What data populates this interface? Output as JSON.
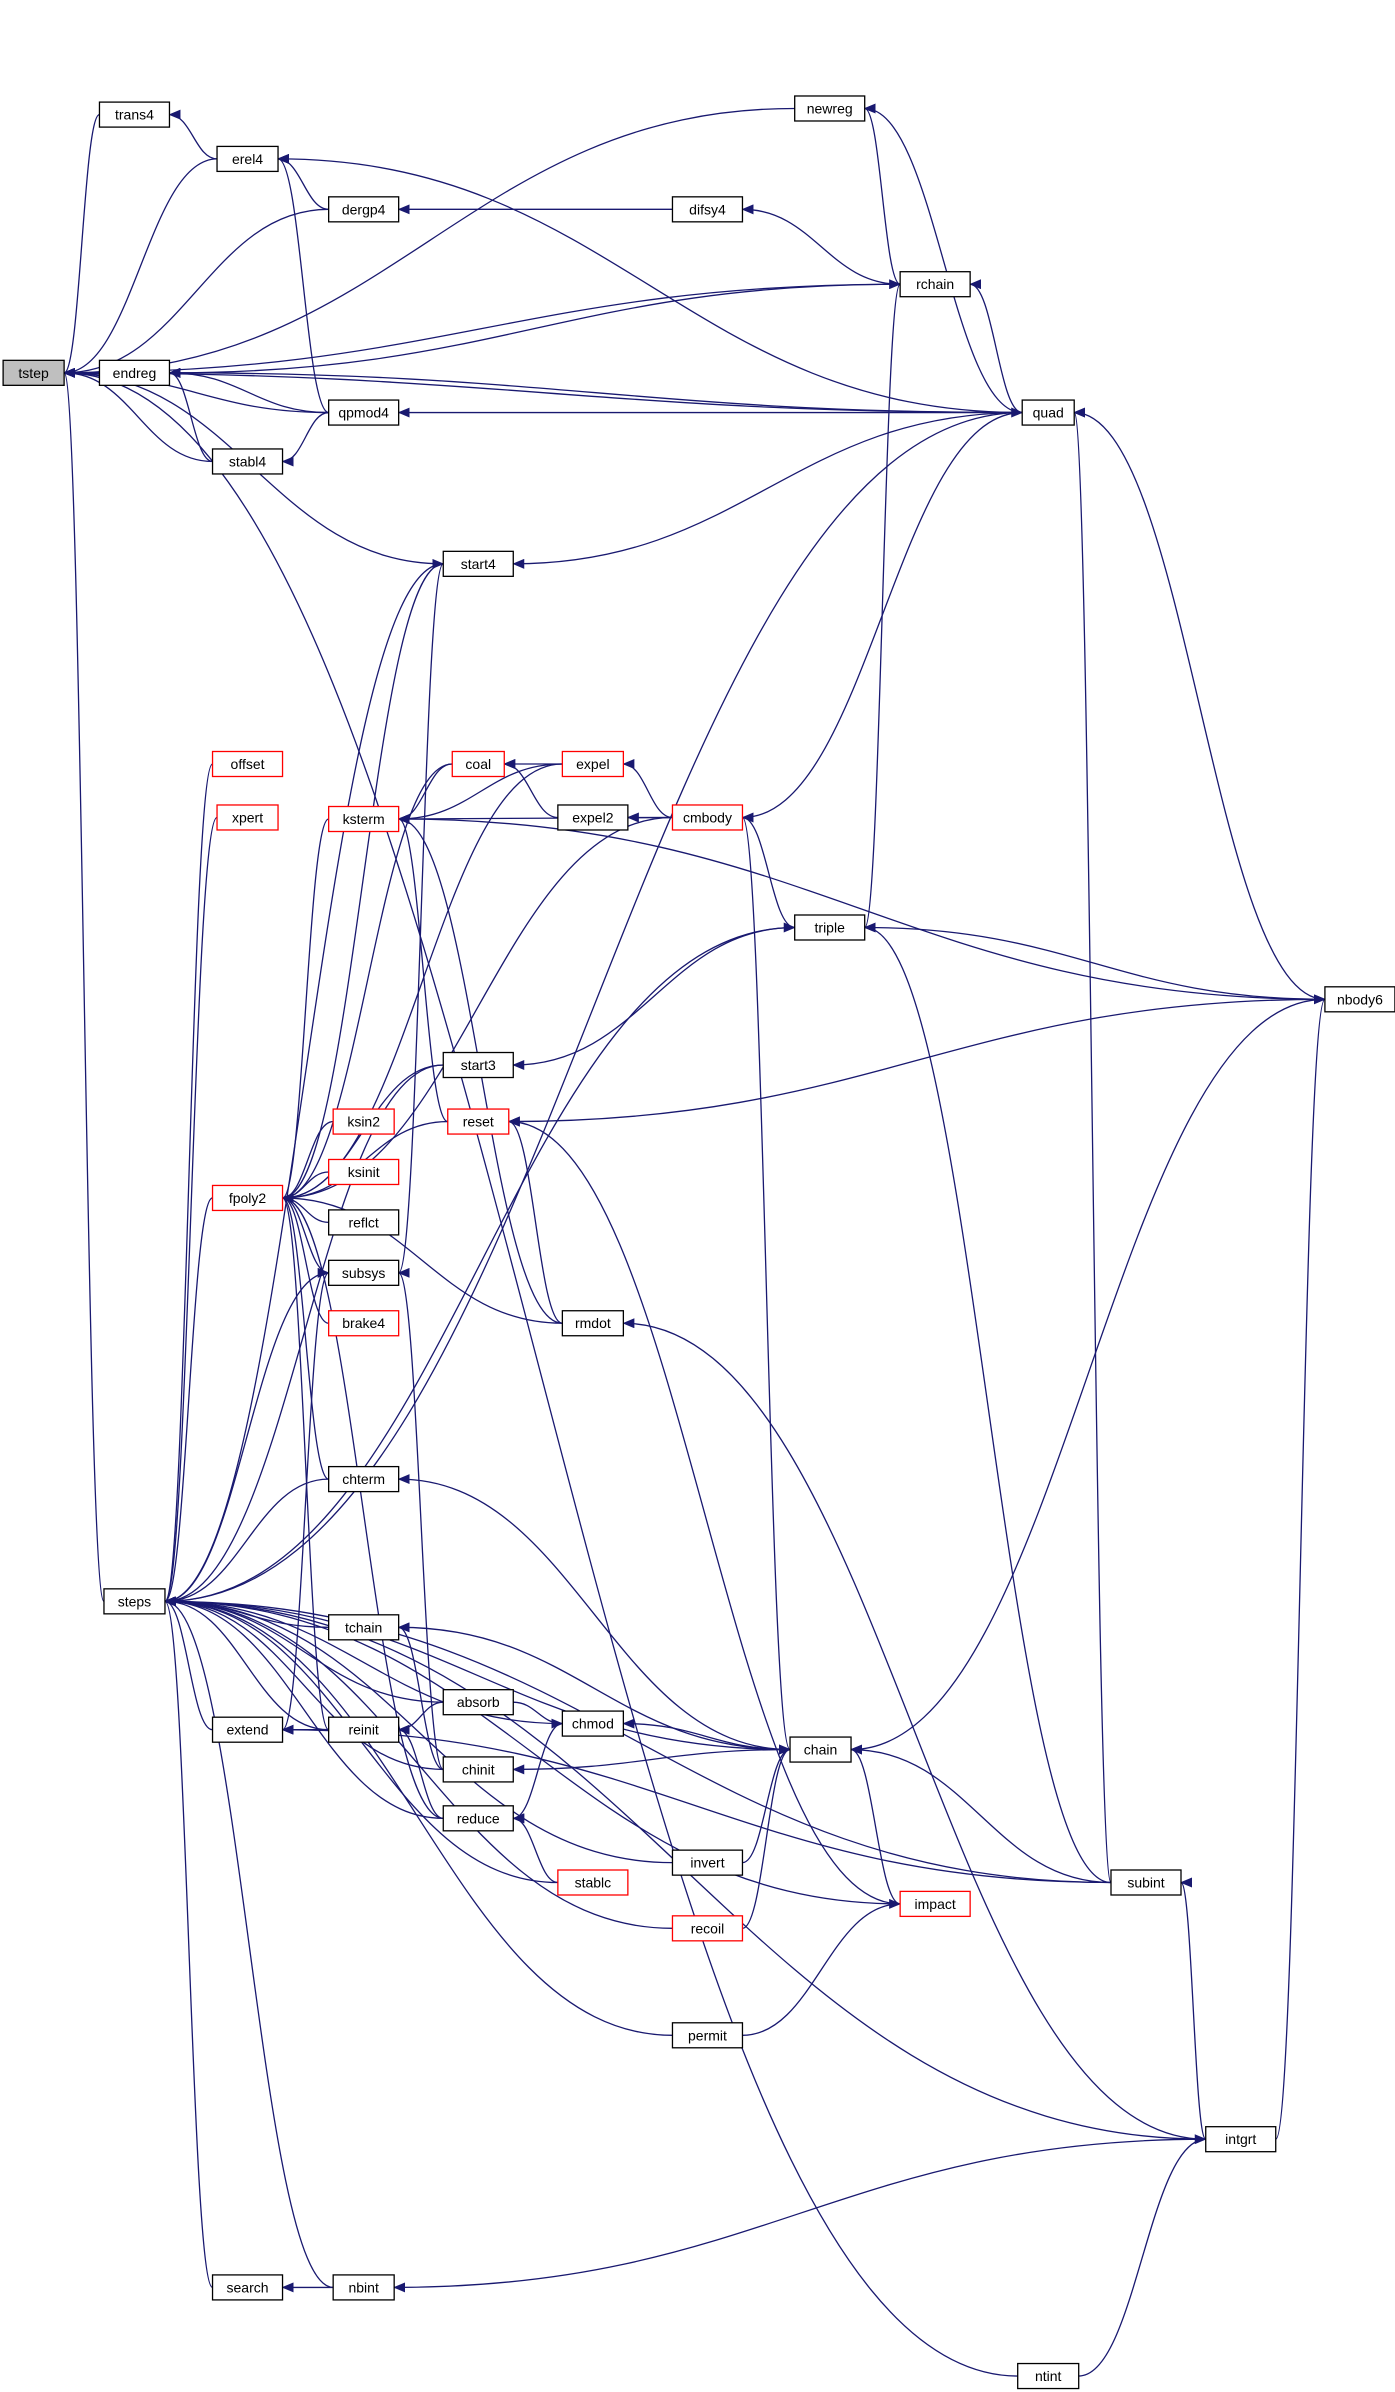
{
  "graph": {
    "root": "tstep",
    "edge_color": "#191970",
    "root_fill": "#bfbfbf",
    "highlight_border": "#ff0000",
    "nodes": [
      {
        "id": "tstep",
        "label": "tstep",
        "root": true
      },
      {
        "id": "trans4",
        "label": "trans4"
      },
      {
        "id": "erel4",
        "label": "erel4"
      },
      {
        "id": "dergp4",
        "label": "dergp4"
      },
      {
        "id": "difsy4",
        "label": "difsy4"
      },
      {
        "id": "newreg",
        "label": "newreg"
      },
      {
        "id": "rchain",
        "label": "rchain"
      },
      {
        "id": "endreg",
        "label": "endreg"
      },
      {
        "id": "qpmod4",
        "label": "qpmod4"
      },
      {
        "id": "stabl4",
        "label": "stabl4"
      },
      {
        "id": "quad",
        "label": "quad"
      },
      {
        "id": "start4",
        "label": "start4"
      },
      {
        "id": "offset",
        "label": "offset",
        "red": true
      },
      {
        "id": "xpert",
        "label": "xpert",
        "red": true
      },
      {
        "id": "coal",
        "label": "coal",
        "red": true
      },
      {
        "id": "expel",
        "label": "expel",
        "red": true
      },
      {
        "id": "ksterm",
        "label": "ksterm",
        "red": true
      },
      {
        "id": "expel2",
        "label": "expel2"
      },
      {
        "id": "cmbody",
        "label": "cmbody",
        "red": true
      },
      {
        "id": "triple",
        "label": "triple"
      },
      {
        "id": "nbody6",
        "label": "nbody6"
      },
      {
        "id": "start3",
        "label": "start3"
      },
      {
        "id": "reset",
        "label": "reset",
        "red": true
      },
      {
        "id": "ksin2",
        "label": "ksin2",
        "red": true
      },
      {
        "id": "ksinit",
        "label": "ksinit",
        "red": true
      },
      {
        "id": "fpoly2",
        "label": "fpoly2",
        "red": true
      },
      {
        "id": "reflct",
        "label": "reflct"
      },
      {
        "id": "subsys",
        "label": "subsys"
      },
      {
        "id": "brake4",
        "label": "brake4",
        "red": true
      },
      {
        "id": "rmdot",
        "label": "rmdot"
      },
      {
        "id": "chterm",
        "label": "chterm"
      },
      {
        "id": "steps",
        "label": "steps"
      },
      {
        "id": "tchain",
        "label": "tchain"
      },
      {
        "id": "absorb",
        "label": "absorb"
      },
      {
        "id": "chmod",
        "label": "chmod"
      },
      {
        "id": "extend",
        "label": "extend"
      },
      {
        "id": "reinit",
        "label": "reinit"
      },
      {
        "id": "chinit",
        "label": "chinit"
      },
      {
        "id": "chain",
        "label": "chain"
      },
      {
        "id": "reduce",
        "label": "reduce"
      },
      {
        "id": "stablc",
        "label": "stablc",
        "red": true
      },
      {
        "id": "invert",
        "label": "invert"
      },
      {
        "id": "subint",
        "label": "subint"
      },
      {
        "id": "impact",
        "label": "impact",
        "red": true
      },
      {
        "id": "recoil",
        "label": "recoil",
        "red": true
      },
      {
        "id": "permit",
        "label": "permit"
      },
      {
        "id": "intgrt",
        "label": "intgrt"
      },
      {
        "id": "search",
        "label": "search"
      },
      {
        "id": "nbint",
        "label": "nbint"
      },
      {
        "id": "ntint",
        "label": "ntint"
      }
    ],
    "edges": [
      [
        "trans4",
        "tstep"
      ],
      [
        "erel4",
        "tstep"
      ],
      [
        "dergp4",
        "tstep"
      ],
      [
        "rchain",
        "tstep"
      ],
      [
        "endreg",
        "tstep"
      ],
      [
        "stabl4",
        "tstep"
      ],
      [
        "qpmod4",
        "tstep"
      ],
      [
        "start4",
        "tstep"
      ],
      [
        "steps",
        "tstep"
      ],
      [
        "quad",
        "tstep"
      ],
      [
        "newreg",
        "tstep"
      ],
      [
        "ntint",
        "tstep"
      ],
      [
        "erel4",
        "trans4"
      ],
      [
        "dergp4",
        "erel4"
      ],
      [
        "qpmod4",
        "erel4"
      ],
      [
        "quad",
        "erel4"
      ],
      [
        "difsy4",
        "dergp4"
      ],
      [
        "rchain",
        "difsy4"
      ],
      [
        "rchain",
        "newreg"
      ],
      [
        "quad",
        "newreg"
      ],
      [
        "quad",
        "rchain"
      ],
      [
        "triple",
        "rchain"
      ],
      [
        "rchain",
        "endreg"
      ],
      [
        "quad",
        "endreg"
      ],
      [
        "qpmod4",
        "endreg"
      ],
      [
        "stabl4",
        "endreg"
      ],
      [
        "quad",
        "qpmod4"
      ],
      [
        "qpmod4",
        "stabl4"
      ],
      [
        "cmbody",
        "quad"
      ],
      [
        "subint",
        "quad"
      ],
      [
        "nbody6",
        "quad"
      ],
      [
        "quad",
        "start4"
      ],
      [
        "subsys",
        "start4"
      ],
      [
        "start4",
        "steps"
      ],
      [
        "offset",
        "steps"
      ],
      [
        "xpert",
        "steps"
      ],
      [
        "triple",
        "steps"
      ],
      [
        "start3",
        "steps"
      ],
      [
        "chain",
        "steps"
      ],
      [
        "chterm",
        "steps"
      ],
      [
        "tchain",
        "steps"
      ],
      [
        "absorb",
        "steps"
      ],
      [
        "chmod",
        "steps"
      ],
      [
        "extend",
        "steps"
      ],
      [
        "reinit",
        "steps"
      ],
      [
        "chinit",
        "steps"
      ],
      [
        "reduce",
        "steps"
      ],
      [
        "stablc",
        "steps"
      ],
      [
        "invert",
        "steps"
      ],
      [
        "recoil",
        "steps"
      ],
      [
        "impact",
        "steps"
      ],
      [
        "permit",
        "steps"
      ],
      [
        "subint",
        "steps"
      ],
      [
        "intgrt",
        "steps"
      ],
      [
        "search",
        "steps"
      ],
      [
        "nbint",
        "steps"
      ],
      [
        "subsys",
        "steps"
      ],
      [
        "fpoly2",
        "steps"
      ],
      [
        "quad",
        "steps"
      ],
      [
        "coal",
        "ksterm"
      ],
      [
        "expel",
        "ksterm"
      ],
      [
        "cmbody",
        "ksterm"
      ],
      [
        "reset",
        "ksterm"
      ],
      [
        "rmdot",
        "ksterm"
      ],
      [
        "nbody6",
        "ksterm"
      ],
      [
        "expel",
        "coal"
      ],
      [
        "expel2",
        "coal"
      ],
      [
        "cmbody",
        "expel"
      ],
      [
        "cmbody",
        "expel2"
      ],
      [
        "chain",
        "cmbody"
      ],
      [
        "cmbody",
        "triple"
      ],
      [
        "nbody6",
        "triple"
      ],
      [
        "subint",
        "triple"
      ],
      [
        "triple",
        "start3"
      ],
      [
        "nbody6",
        "reset"
      ],
      [
        "impact",
        "reset"
      ],
      [
        "rmdot",
        "reset"
      ],
      [
        "ksterm",
        "fpoly2"
      ],
      [
        "coal",
        "fpoly2"
      ],
      [
        "expel",
        "fpoly2"
      ],
      [
        "cmbody",
        "fpoly2"
      ],
      [
        "start4",
        "fpoly2"
      ],
      [
        "start3",
        "fpoly2"
      ],
      [
        "ksin2",
        "fpoly2"
      ],
      [
        "ksinit",
        "fpoly2"
      ],
      [
        "reflct",
        "fpoly2"
      ],
      [
        "subsys",
        "fpoly2"
      ],
      [
        "brake4",
        "fpoly2"
      ],
      [
        "rmdot",
        "fpoly2"
      ],
      [
        "chterm",
        "fpoly2"
      ],
      [
        "reinit",
        "fpoly2"
      ],
      [
        "reduce",
        "fpoly2"
      ],
      [
        "reset",
        "fpoly2"
      ],
      [
        "chinit",
        "subsys"
      ],
      [
        "extend",
        "subsys"
      ],
      [
        "intgrt",
        "rmdot"
      ],
      [
        "chain",
        "chterm"
      ],
      [
        "chain",
        "tchain"
      ],
      [
        "chinit",
        "tchain"
      ],
      [
        "absorb",
        "chmod"
      ],
      [
        "chain",
        "chmod"
      ],
      [
        "absorb",
        "reinit"
      ],
      [
        "reduce",
        "reinit"
      ],
      [
        "reinit",
        "extend"
      ],
      [
        "subint",
        "extend"
      ],
      [
        "chain",
        "chinit"
      ],
      [
        "chmod",
        "reduce"
      ],
      [
        "stablc",
        "reduce"
      ],
      [
        "invert",
        "chain"
      ],
      [
        "recoil",
        "chain"
      ],
      [
        "impact",
        "chain"
      ],
      [
        "subint",
        "chain"
      ],
      [
        "chain",
        "nbody6"
      ],
      [
        "permit",
        "impact"
      ],
      [
        "intgrt",
        "subint"
      ],
      [
        "intgrt",
        "nbody6"
      ],
      [
        "intgrt",
        "nbint"
      ],
      [
        "ntint",
        "intgrt"
      ],
      [
        "nbint",
        "search"
      ]
    ]
  }
}
